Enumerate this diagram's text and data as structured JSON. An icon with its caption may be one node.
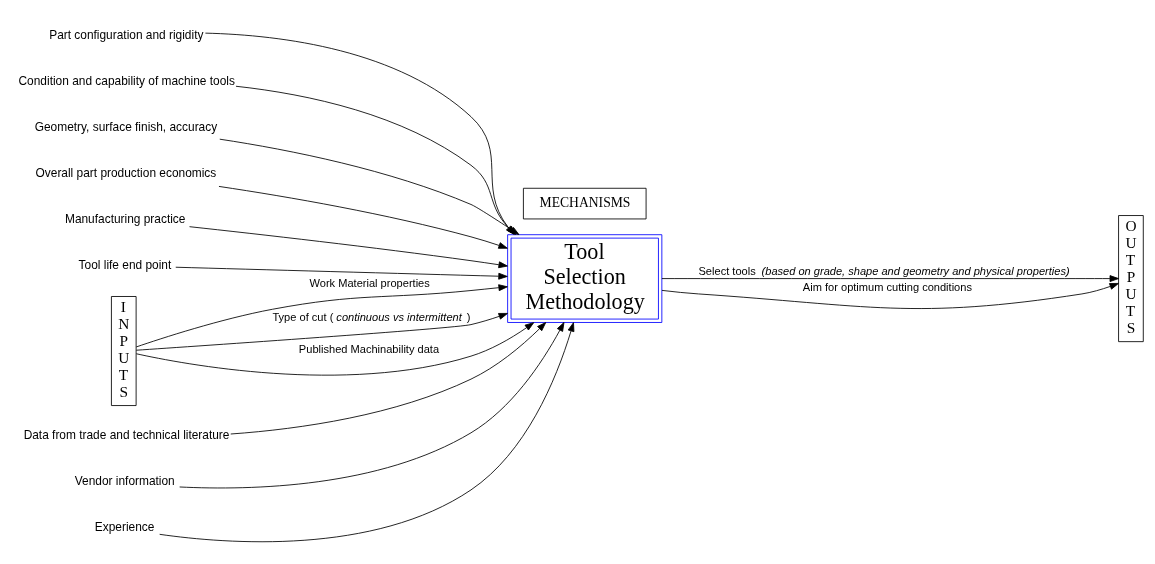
{
  "diagram": {
    "nodes": [
      {
        "text": [
          "Part configuration and rigidity"
        ]
      },
      {
        "text": [
          "Condition and capability of machine tools"
        ]
      },
      {
        "text": [
          "Geometry, surface finish, accuracy"
        ]
      },
      {
        "text": [
          "Overall part production economics"
        ]
      },
      {
        "text": [
          "Manufacturing practice"
        ]
      },
      {
        "text": [
          "Tool life end point"
        ]
      },
      {
        "text": [
          "I N P U T S"
        ]
      },
      {
        "text": [
          "Tool Selection Methodology"
        ]
      },
      {
        "text": [
          "O U T P U T S"
        ]
      },
      {
        "text": [
          "Data from trade and technical literature"
        ]
      },
      {
        "text": [
          "Vendor information"
        ]
      },
      {
        "text": [
          "Experience"
        ]
      },
      {
        "text": [
          "MECHANISMS"
        ]
      }
    ],
    "edges": [
      {
        "from": 0,
        "to": 7,
        "arrow": "to"
      },
      {
        "from": 1,
        "to": 7,
        "arrow": "to"
      },
      {
        "from": 2,
        "to": 7,
        "arrow": "to"
      },
      {
        "from": 3,
        "to": 7,
        "arrow": "to"
      },
      {
        "from": 4,
        "to": 7,
        "arrow": "to"
      },
      {
        "from": 5,
        "to": 7,
        "arrow": "to"
      },
      {
        "from": 6,
        "to": 7,
        "arrow": "to",
        "label": "Work Material properties"
      },
      {
        "from": 6,
        "to": 7,
        "arrow": "to",
        "label": "Type of cut (*continuous vs intermittent*)"
      },
      {
        "from": 6,
        "to": 7,
        "arrow": "to",
        "label": "Published Machinability data"
      },
      {
        "from": 7,
        "to": 8,
        "arrow": "to",
        "label": "Select tools *(based on grade, shape and geometry and physical properties)*"
      },
      {
        "from": 7,
        "to": 8,
        "arrow": "to",
        "label": "Aim for optimum cutting conditions"
      },
      {
        "from": 9,
        "to": 7,
        "arrow": "to"
      },
      {
        "from": 10,
        "to": 7,
        "arrow": "to"
      },
      {
        "from": 11,
        "to": 7,
        "arrow": "to"
      }
    ]
  }
}
